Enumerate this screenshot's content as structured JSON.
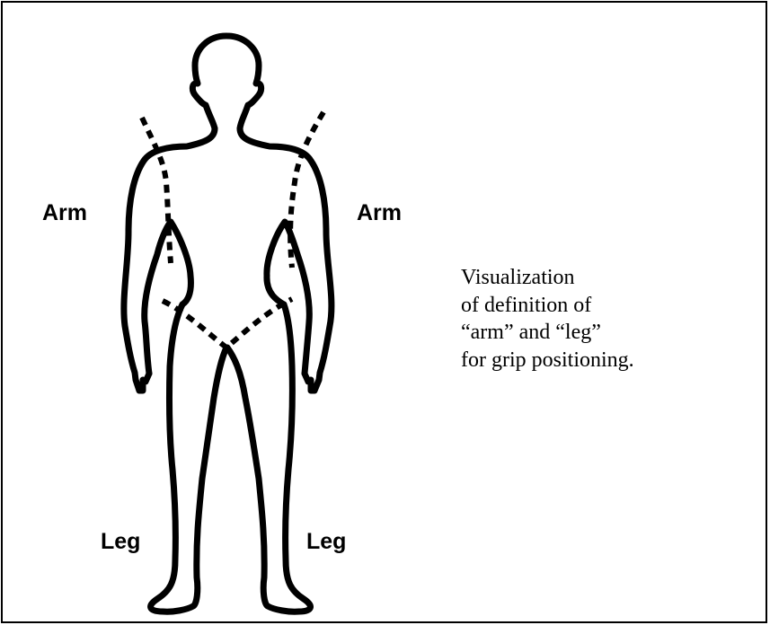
{
  "labels": {
    "arm_left": "Arm",
    "arm_right": "Arm",
    "leg_left": "Leg",
    "leg_right": "Leg"
  },
  "caption": {
    "lines": [
      "Visualization",
      "of definition of",
      "“arm” and “leg”",
      "for grip positioning."
    ]
  },
  "colors": {
    "ink": "#000000",
    "background": "#ffffff"
  }
}
